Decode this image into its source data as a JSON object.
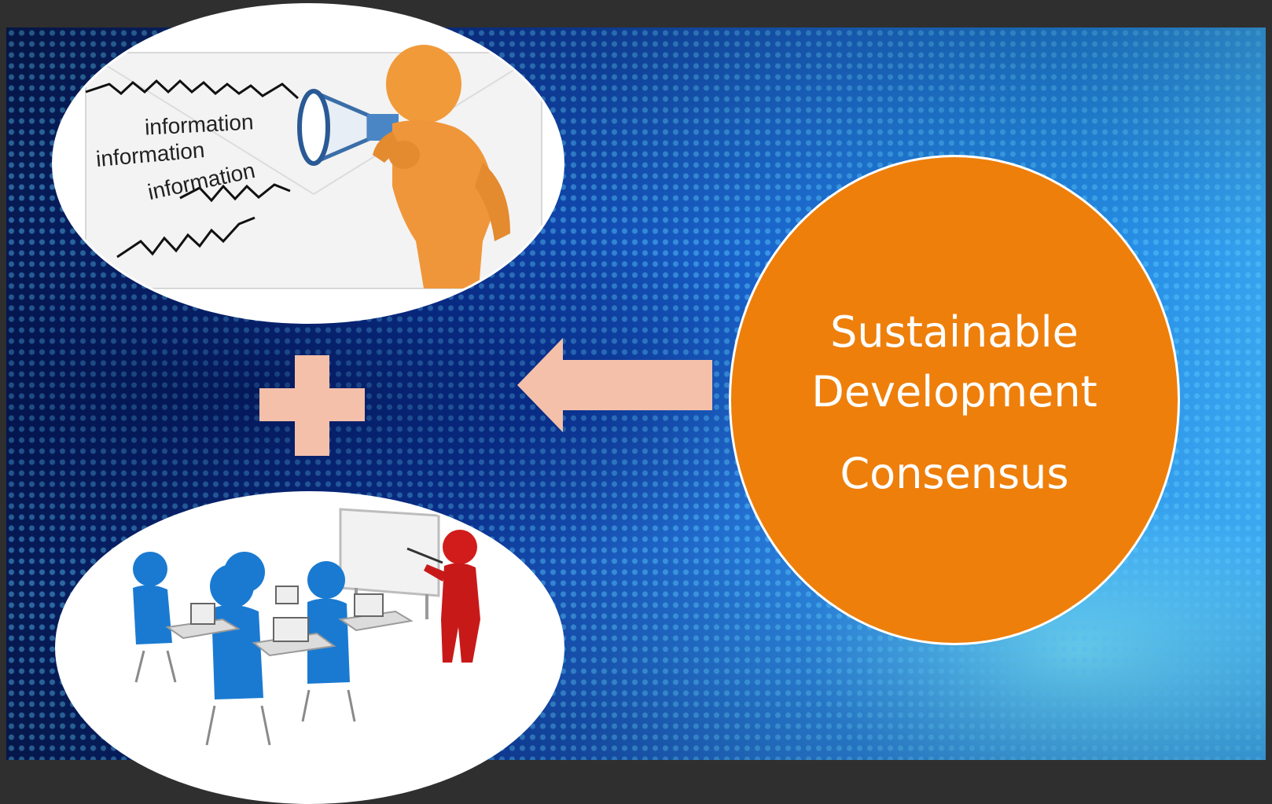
{
  "slide": {
    "circle_line1": "Sustainable",
    "circle_line2": "Development",
    "circle_line3": "Consensus",
    "info_words": [
      "information",
      "information",
      "information"
    ],
    "colors": {
      "circle": "#ee7f0b",
      "arrow_and_plus": "#f4c0aa",
      "background_frame": "#2f2f2f"
    },
    "icons": [
      "megaphone-person-illustration",
      "classroom-presentation-illustration",
      "plus-icon",
      "left-arrow-icon"
    ]
  }
}
